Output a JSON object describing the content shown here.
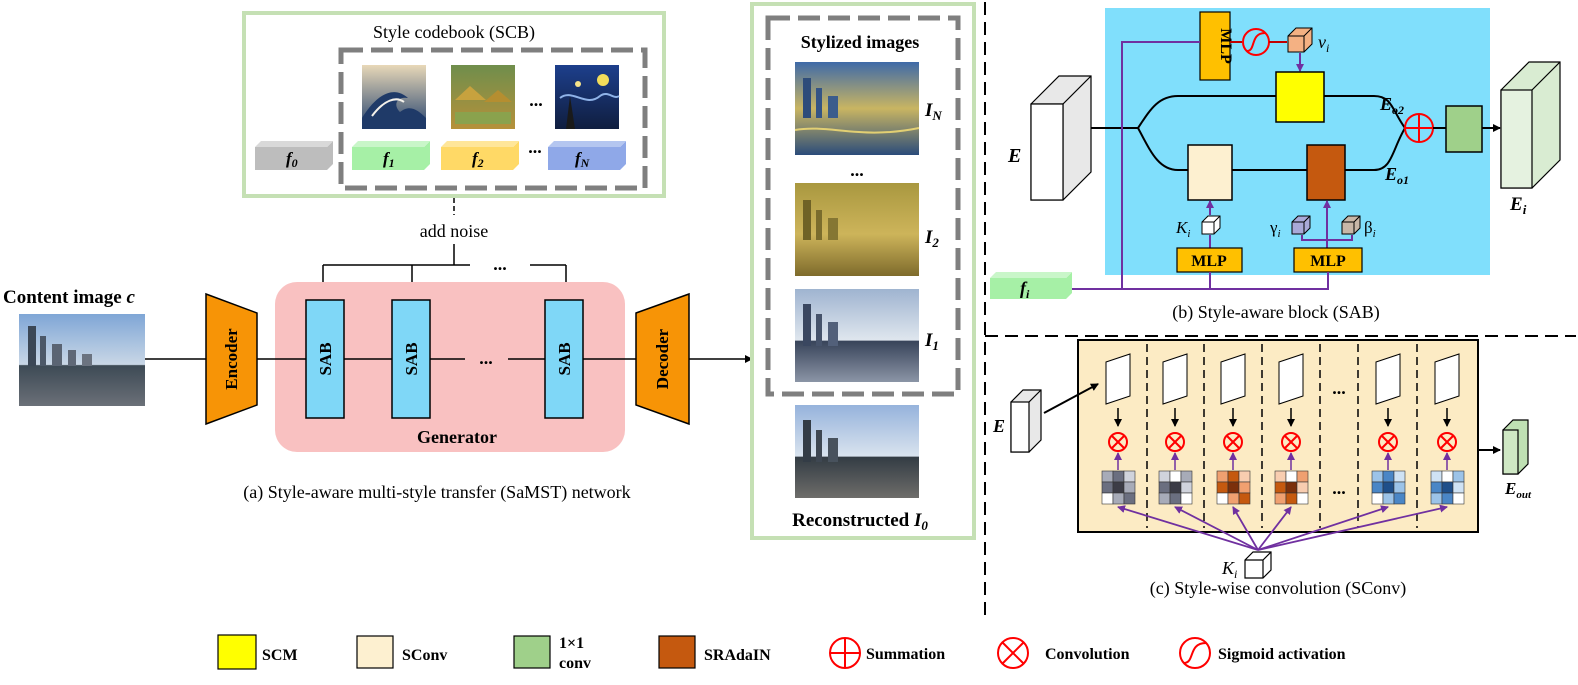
{
  "scb": {
    "title": "Style codebook (SCB)",
    "features": [
      {
        "base": "f",
        "sub": "0",
        "color": "#bdbdbd"
      },
      {
        "base": "f",
        "sub": "1",
        "color": "#a6f0a6"
      },
      {
        "base": "f",
        "sub": "2",
        "color": "#ffd966"
      },
      {
        "base": "f",
        "sub": "N",
        "color": "#8fa8e8"
      }
    ],
    "ellipsis": "..."
  },
  "add_noise": "add noise",
  "content": {
    "label": "Content image",
    "var": "c"
  },
  "encoder": "Encoder",
  "decoder": "Decoder",
  "sab": "SAB",
  "generator": "Generator",
  "caption_a": "(a) Style-aware multi-style transfer (SaMST) network",
  "stylized": {
    "title": "Stylized images",
    "labels": [
      {
        "base": "I",
        "sub": "N"
      },
      {
        "base": "I",
        "sub": "2"
      },
      {
        "base": "I",
        "sub": "1"
      }
    ],
    "reconstructed": "Reconstructed",
    "reconstructed_var": {
      "base": "I",
      "sub": "0"
    }
  },
  "sab_detail": {
    "mlp": "MLP",
    "v": {
      "base": "v",
      "sub": "i"
    },
    "e": "E",
    "eo2": {
      "base": "E",
      "sub": "o2"
    },
    "eo1": {
      "base": "E",
      "sub": "o1"
    },
    "ei": {
      "base": "E",
      "sub": "i"
    },
    "k": {
      "base": "K",
      "sub": "i"
    },
    "gamma": {
      "base": "γ",
      "sub": "i"
    },
    "beta": {
      "base": "β",
      "sub": "i"
    },
    "f": {
      "base": "f",
      "sub": "i"
    },
    "caption": "(b) Style-aware block (SAB)",
    "bg_color": "#80dffc"
  },
  "sconv": {
    "e": "E",
    "eout": {
      "base": "E",
      "sub": "out"
    },
    "k": {
      "base": "K",
      "sub": "i"
    },
    "caption": "(c) Style-wise convolution (SConv)",
    "bg_color": "#fcebc4"
  },
  "legend": [
    {
      "label": "SCM",
      "color": "#ffff00",
      "icon": "square"
    },
    {
      "label": "SConv",
      "color": "#fdf0d0",
      "icon": "square"
    },
    {
      "label_line1": "1×1",
      "label_line2": "conv",
      "color": "#9fd08a",
      "icon": "square"
    },
    {
      "label": "SRAdaIN",
      "color": "#c5590f",
      "icon": "square"
    },
    {
      "label": "Summation",
      "icon": "summation-icon"
    },
    {
      "label": "Convolution",
      "icon": "convolution-icon"
    },
    {
      "label": "Sigmoid activation",
      "icon": "sigmoid-icon"
    }
  ]
}
